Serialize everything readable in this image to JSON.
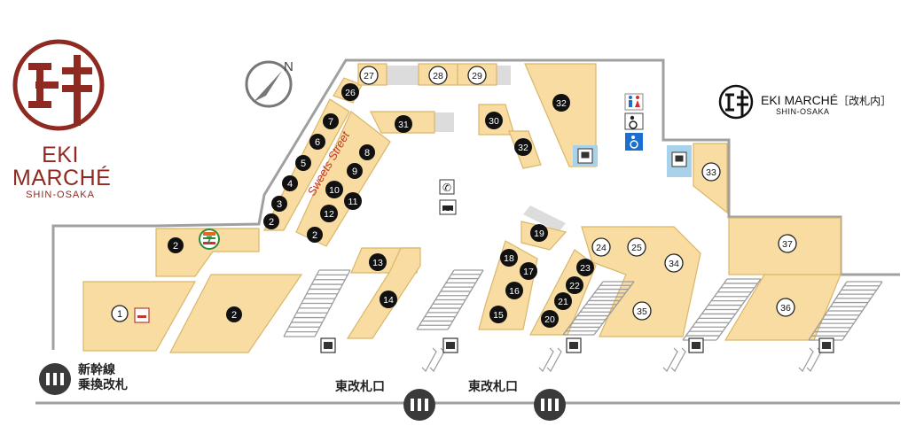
{
  "brand": {
    "title_line1": "EKI",
    "title_line2": "MARCHÉ",
    "subtitle": "SHIN-OSAKA",
    "color": "#8f2a22"
  },
  "small_brand": {
    "title": "EKI MARCHÉ",
    "tag": "［改札内］",
    "subtitle": "SHIN-OSAKA"
  },
  "compass": {
    "label": "N"
  },
  "street_label": "Sweets Street",
  "gates": {
    "shinkansen_line1": "新幹線",
    "shinkansen_line2": "乗換改札",
    "east_gate_1": "東改札口",
    "east_gate_2": "東改札口"
  },
  "colors": {
    "shop_fill": "#f8dca1",
    "shop_stroke": "#d9b66a",
    "wall": "#a0a0a0",
    "blank_space": "#dcdcdc",
    "facility_bg": "#a8d2ea"
  },
  "shops": [
    {
      "num": "1",
      "style": "white"
    },
    {
      "num": "2",
      "style": "black"
    },
    {
      "num": "2",
      "style": "black"
    },
    {
      "num": "2",
      "style": "black"
    },
    {
      "num": "2",
      "style": "black"
    },
    {
      "num": "3",
      "style": "black"
    },
    {
      "num": "4",
      "style": "black"
    },
    {
      "num": "5",
      "style": "black"
    },
    {
      "num": "6",
      "style": "black"
    },
    {
      "num": "7",
      "style": "black"
    },
    {
      "num": "8",
      "style": "black"
    },
    {
      "num": "9",
      "style": "black"
    },
    {
      "num": "10",
      "style": "black"
    },
    {
      "num": "11",
      "style": "black"
    },
    {
      "num": "12",
      "style": "black"
    },
    {
      "num": "13",
      "style": "black"
    },
    {
      "num": "14",
      "style": "black"
    },
    {
      "num": "15",
      "style": "black"
    },
    {
      "num": "16",
      "style": "black"
    },
    {
      "num": "17",
      "style": "black"
    },
    {
      "num": "18",
      "style": "black"
    },
    {
      "num": "19",
      "style": "black"
    },
    {
      "num": "20",
      "style": "black"
    },
    {
      "num": "21",
      "style": "black"
    },
    {
      "num": "22",
      "style": "black"
    },
    {
      "num": "23",
      "style": "black"
    },
    {
      "num": "24",
      "style": "white"
    },
    {
      "num": "25",
      "style": "white"
    },
    {
      "num": "26",
      "style": "black"
    },
    {
      "num": "27",
      "style": "white"
    },
    {
      "num": "28",
      "style": "white"
    },
    {
      "num": "29",
      "style": "white"
    },
    {
      "num": "30",
      "style": "black"
    },
    {
      "num": "31",
      "style": "black"
    },
    {
      "num": "32",
      "style": "black"
    },
    {
      "num": "32",
      "style": "black"
    },
    {
      "num": "33",
      "style": "white"
    },
    {
      "num": "34",
      "style": "white"
    },
    {
      "num": "35",
      "style": "white"
    },
    {
      "num": "36",
      "style": "white"
    },
    {
      "num": "37",
      "style": "white"
    }
  ],
  "facility_icons": [
    "restroom-icon",
    "accessible-toilet-icon",
    "wheelchair-icon",
    "phone-icon",
    "taxi-icon",
    "ticket-machine-icon",
    "coin-locker-icon",
    "smoking-area-icon",
    "convenience-store-icon",
    "escalator-icon",
    "ticket-gate-icon"
  ]
}
